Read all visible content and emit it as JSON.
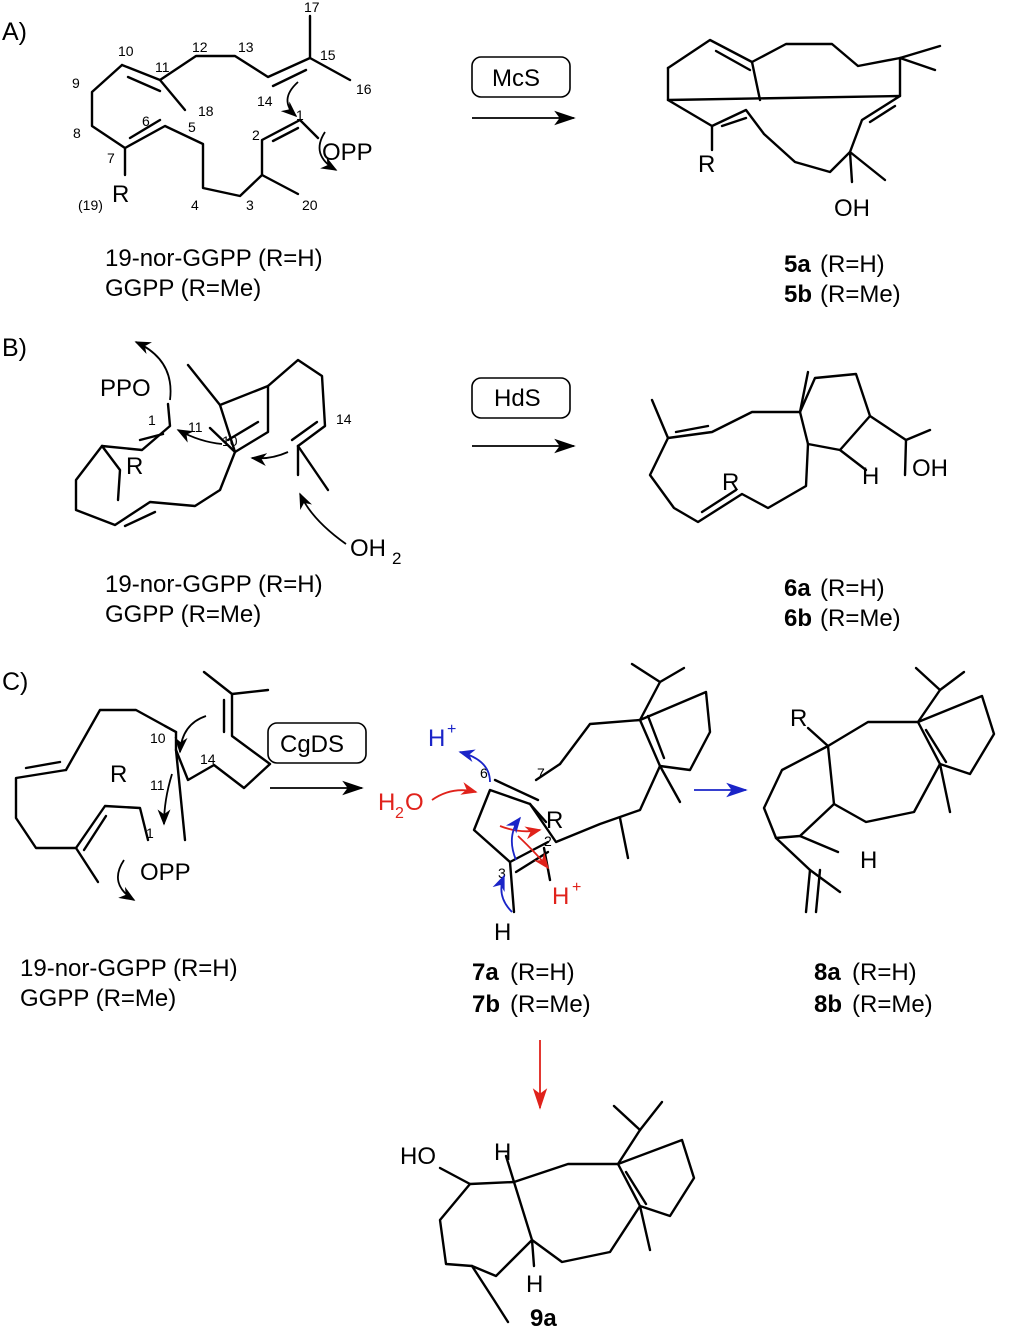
{
  "panels": {
    "A": {
      "label": "A)",
      "enzyme": "McS",
      "substrate_names": [
        "19-nor-GGPP (R=H)",
        "GGPP (R=Me)"
      ],
      "product_names": [
        {
          "id": "5a",
          "cond": "(R=H)"
        },
        {
          "id": "5b",
          "cond": "(R=Me)"
        }
      ],
      "atom_numbers": [
        "1",
        "2",
        "3",
        "4",
        "5",
        "6",
        "7",
        "8",
        "9",
        "10",
        "11",
        "12",
        "13",
        "14",
        "15",
        "16",
        "17",
        "18",
        "20",
        "(19)"
      ],
      "groups": {
        "opp": "OPP",
        "r": "R",
        "oh": "OH"
      }
    },
    "B": {
      "label": "B)",
      "enzyme": "HdS",
      "substrate_names": [
        "19-nor-GGPP (R=H)",
        "GGPP (R=Me)"
      ],
      "product_names": [
        {
          "id": "6a",
          "cond": "(R=H)"
        },
        {
          "id": "6b",
          "cond": "(R=Me)"
        }
      ],
      "atom_numbers": [
        "1",
        "10",
        "11",
        "14"
      ],
      "groups": {
        "ppo": "PPO",
        "r": "R",
        "oh2": "OH",
        "oh2_sub": "2",
        "h": "H",
        "oh": "OH"
      }
    },
    "C": {
      "label": "C)",
      "enzyme": "CgDS",
      "substrate_names": [
        "19-nor-GGPP (R=H)",
        "GGPP (R=Me)"
      ],
      "intermediate_names": [
        {
          "id": "7a",
          "cond": "(R=H)"
        },
        {
          "id": "7b",
          "cond": "(R=Me)"
        }
      ],
      "product_names": [
        {
          "id": "8a",
          "cond": "(R=H)"
        },
        {
          "id": "8b",
          "cond": "(R=Me)"
        }
      ],
      "final_product": "9a",
      "atom_numbers": [
        "1",
        "10",
        "11",
        "14",
        "6",
        "7",
        "2",
        "3"
      ],
      "groups": {
        "opp": "OPP",
        "r": "R",
        "h_plus": "H",
        "plus": "+",
        "h2o": "H",
        "h2o_sub": "2",
        "h2o_o": "O",
        "h": "H",
        "ho": "HO"
      }
    }
  },
  "colors": {
    "red": "#e0221b",
    "blue": "#1a24c8",
    "black": "#000000"
  }
}
